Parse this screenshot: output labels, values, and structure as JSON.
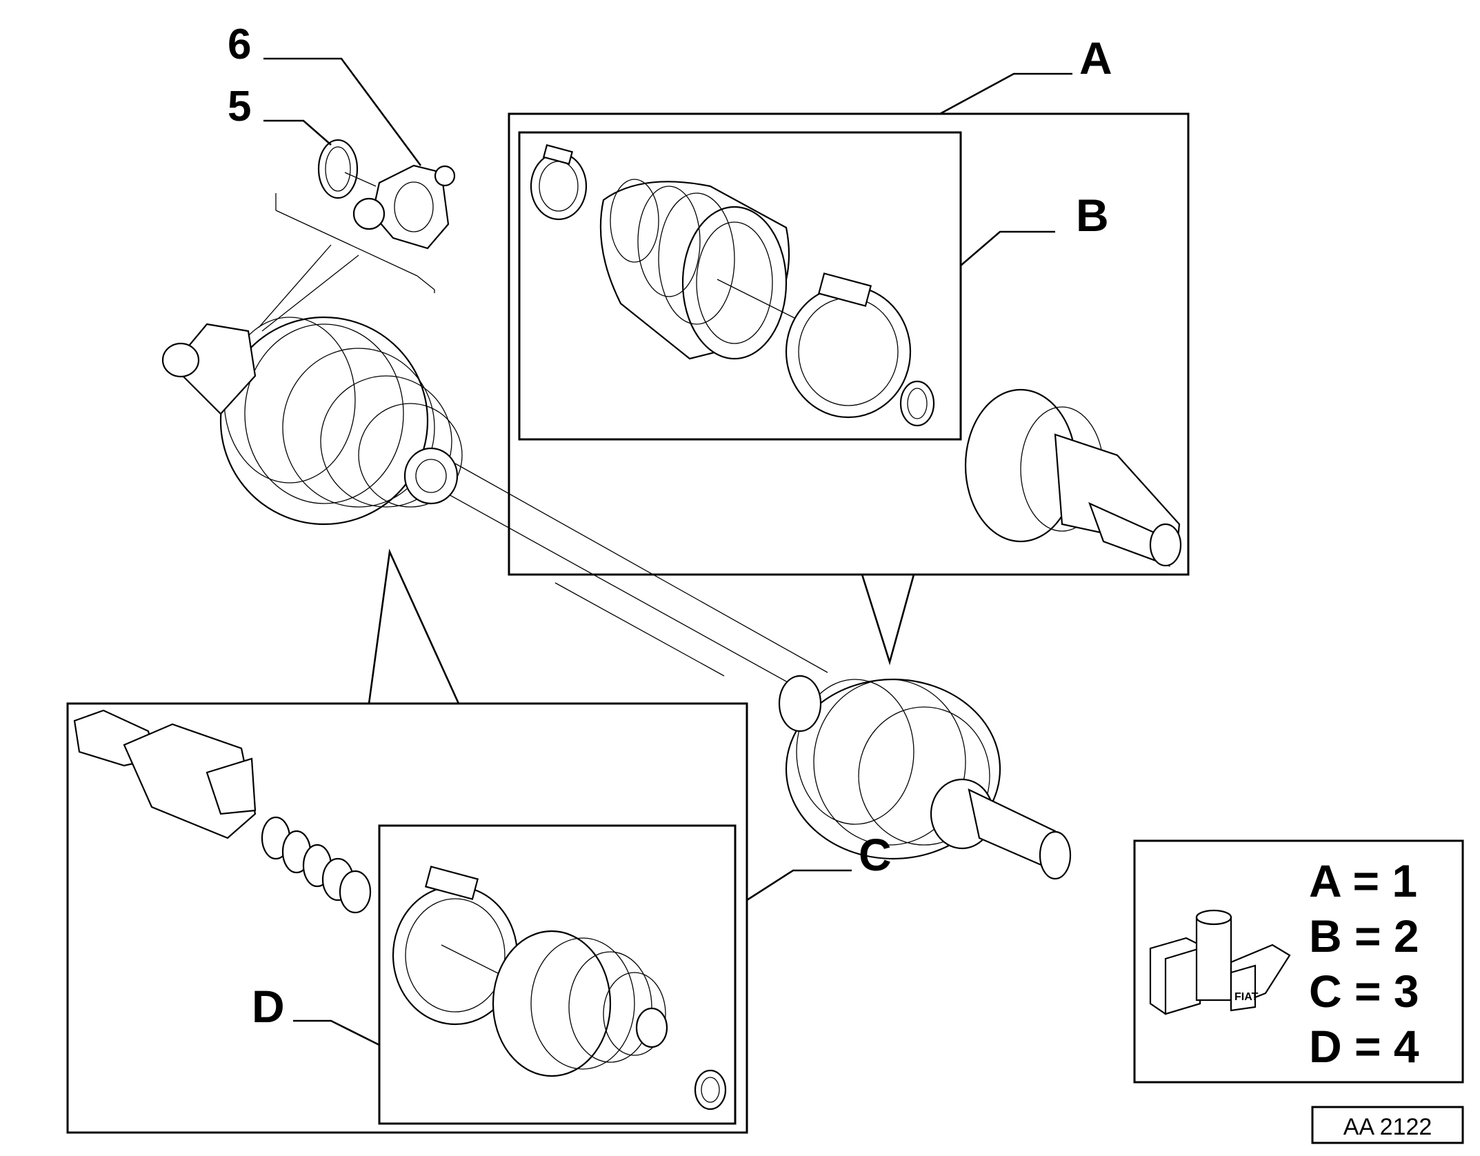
{
  "callouts": {
    "label_6": "6",
    "label_5": "5",
    "label_A": "A",
    "label_B": "B",
    "label_C": "C",
    "label_D": "D"
  },
  "legend": {
    "rows": [
      "A = 1",
      "B = 2",
      "C = 3",
      "D = 4"
    ],
    "kit_brand": "FIAT"
  },
  "figure_code": "AA 2122"
}
